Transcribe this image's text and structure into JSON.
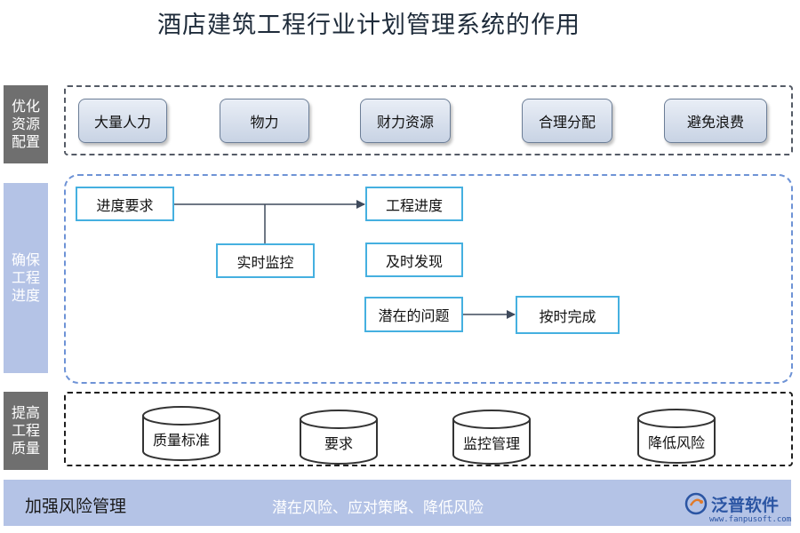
{
  "title": "酒店建筑工程行业计划管理系统的作用",
  "sections": {
    "resources": {
      "label": "优化资源配置",
      "items": [
        "大量人力",
        "物力",
        "财力资源",
        "合理分配",
        "避免浪费"
      ]
    },
    "progress": {
      "label": "确保工程进度",
      "nodes": {
        "progress_req": "进度要求",
        "monitor": "实时监控",
        "project_progress": "工程进度",
        "timely_find": "及时发现",
        "potential_issue": "潜在的问题",
        "on_time": "按时完成"
      }
    },
    "quality": {
      "label": "提高工程质量",
      "items": [
        "质量标准",
        "要求",
        "监控管理",
        "降低风险"
      ]
    }
  },
  "risk_bar": {
    "title": "加强风险管理",
    "subtitle": "潜在风险、应对策略、降低风险"
  },
  "logo": {
    "text": "泛普软件",
    "url": "www.fanpusoft.com"
  }
}
